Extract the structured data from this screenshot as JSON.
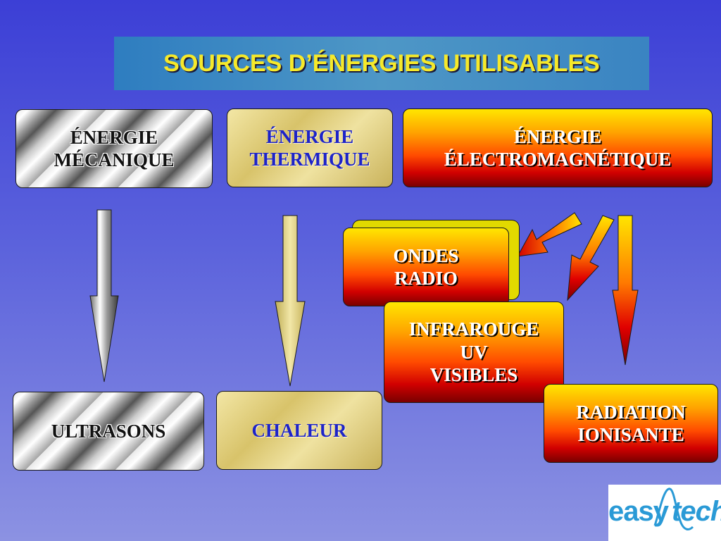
{
  "title": "SOURCES D’ÉNERGIES UTILISABLES",
  "sources": {
    "mecanique": [
      "ÉNERGIE",
      "MÉCANIQUE"
    ],
    "thermique": [
      "ÉNERGIE",
      "THERMIQUE"
    ],
    "electromagnetique": [
      "ÉNERGIE",
      "ÉLECTROMAGNÉTIQUE"
    ]
  },
  "results": {
    "ultrasons": "ULTRASONS",
    "chaleur": "CHALEUR",
    "ondes_radio": [
      "ONDES",
      "RADIO"
    ],
    "infrarouge": [
      "INFRAROUGE",
      "UV",
      "VISIBLES"
    ],
    "radiation": [
      "RADIATION",
      "IONISANTE"
    ]
  },
  "logo": {
    "part1": "easy",
    "part2": "tech"
  },
  "colors": {
    "title_text": "#f6e92a",
    "thermal_text": "#1d23c8",
    "logo": "#2a9ad6"
  }
}
